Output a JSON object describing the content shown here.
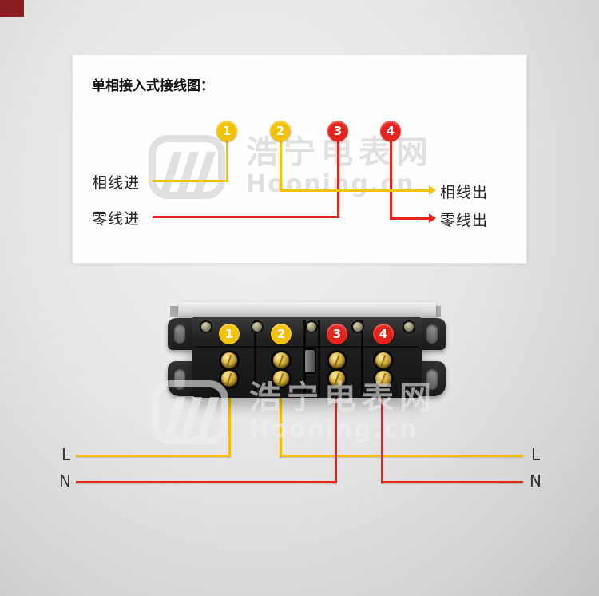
{
  "colors": {
    "phase": "#f2c100",
    "neutral": "#e8231c",
    "corner": "#8b1d22"
  },
  "panel": {
    "title": "单相接入式接线图：",
    "labels": {
      "phase_in": "相线进",
      "neutral_in": "零线进",
      "phase_out": "相线出",
      "neutral_out": "零线出"
    },
    "terminals": [
      {
        "num": "1",
        "color": "#f2c100"
      },
      {
        "num": "2",
        "color": "#f2c100"
      },
      {
        "num": "3",
        "color": "#e8231c"
      },
      {
        "num": "4",
        "color": "#e8231c"
      }
    ]
  },
  "meter": {
    "terminals": [
      {
        "num": "1",
        "color": "#f2c100"
      },
      {
        "num": "2",
        "color": "#f2c100"
      },
      {
        "num": "3",
        "color": "#e8231c"
      },
      {
        "num": "4",
        "color": "#e8231c"
      }
    ]
  },
  "wires": {
    "left_l": "L",
    "left_n": "N",
    "right_l": "L",
    "right_n": "N"
  },
  "watermark": {
    "cn": "浩宁电表网",
    "en": "Hooning.cn"
  }
}
